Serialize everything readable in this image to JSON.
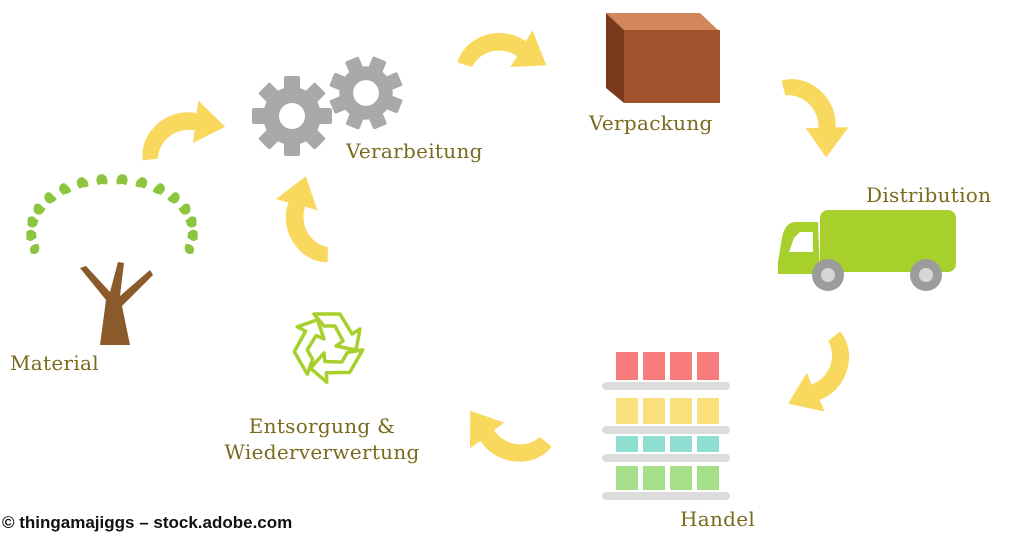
{
  "colors": {
    "label_text": "#7a6a1e",
    "arrow": "#f9d85e",
    "gear": "#a9a9a9",
    "box_front": "#a0522d",
    "box_top": "#d2875a",
    "box_side": "#7a3a1c",
    "truck": "#a8d02c",
    "wheel": "#9c9c9c",
    "recycle": "#a8d02c",
    "leaf": "#8cc63f",
    "trunk": "#8b5a2b",
    "shelf": "#dcdcdc",
    "shelf_rows": [
      "#f77b7b",
      "#f9e07a",
      "#8fded2",
      "#a6df8a"
    ]
  },
  "icons": {
    "material": "tree-icon",
    "processing": "gears-icon",
    "packaging": "box-icon",
    "distribution": "truck-icon",
    "retail": "shelf-icon",
    "disposal": "recycle-icon",
    "flow": "curved-arrow-icon"
  },
  "stages": {
    "material": "Material",
    "processing": "Verarbeitung",
    "packaging": "Verpackung",
    "distribution": "Distribution",
    "retail": "Handel",
    "disposal_line1": "Entsorgung &",
    "disposal_line2": "Wiederverwertung"
  },
  "credit": "© thingamajiggs – stock.adobe.com"
}
